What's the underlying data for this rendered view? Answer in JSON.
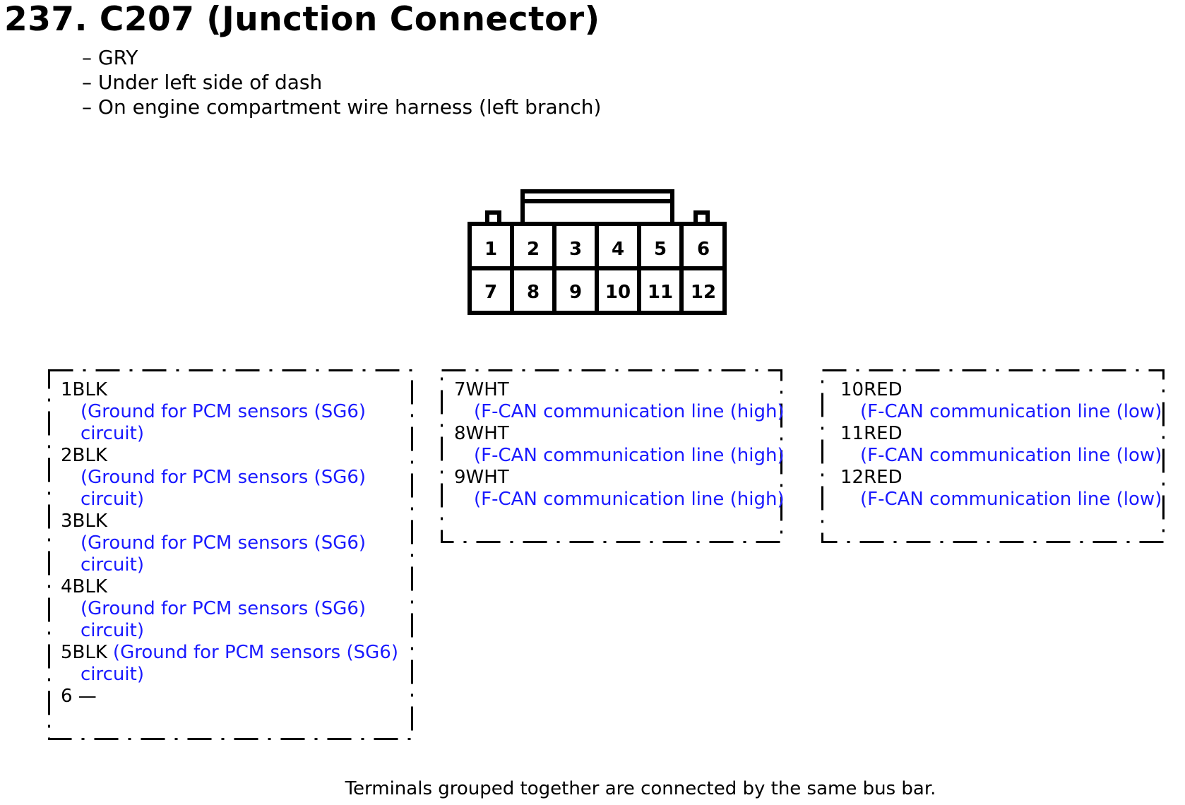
{
  "title": "237. C207 (Junction Connector)",
  "info": [
    "– GRY",
    "– Under left side of dash",
    "– On engine compartment wire harness (left branch)"
  ],
  "connector": {
    "top_row": [
      "1",
      "2",
      "3",
      "4",
      "5",
      "6"
    ],
    "bottom_row": [
      "7",
      "8",
      "9",
      "10",
      "11",
      "12"
    ]
  },
  "groups": [
    {
      "entries": [
        {
          "terminal": "1BLK",
          "desc_lines": [
            "(Ground for PCM sensors (SG6)",
            "circuit)"
          ]
        },
        {
          "terminal": "2BLK",
          "desc_lines": [
            "(Ground for PCM sensors (SG6)",
            "circuit)"
          ]
        },
        {
          "terminal": "3BLK",
          "desc_lines": [
            "(Ground for PCM sensors (SG6)",
            "circuit)"
          ]
        },
        {
          "terminal": "4BLK",
          "desc_lines": [
            "(Ground for PCM sensors (SG6)",
            "circuit)"
          ]
        },
        {
          "terminal": "5BLK",
          "desc_inline": "(Ground for PCM sensors (SG6)",
          "desc_lines": [
            "circuit)"
          ]
        },
        {
          "terminal": "6 —",
          "desc_lines": []
        }
      ]
    },
    {
      "entries": [
        {
          "terminal": "7WHT",
          "desc_lines": [
            "(F-CAN communication line (high)"
          ]
        },
        {
          "terminal": "8WHT",
          "desc_lines": [
            "(F-CAN communication line (high)"
          ]
        },
        {
          "terminal": "9WHT",
          "desc_lines": [
            "(F-CAN communication line (high)"
          ]
        }
      ]
    },
    {
      "entries": [
        {
          "terminal": "10RED",
          "desc_lines": [
            "(F-CAN communication line (low)"
          ]
        },
        {
          "terminal": "11RED",
          "desc_lines": [
            "(F-CAN communication line (low)"
          ]
        },
        {
          "terminal": "12RED",
          "desc_lines": [
            "(F-CAN communication line (low)"
          ]
        }
      ]
    }
  ],
  "footer": "Terminals grouped together are connected by the same bus bar.",
  "colors": {
    "description": "#1a1aff",
    "text": "#000000"
  }
}
